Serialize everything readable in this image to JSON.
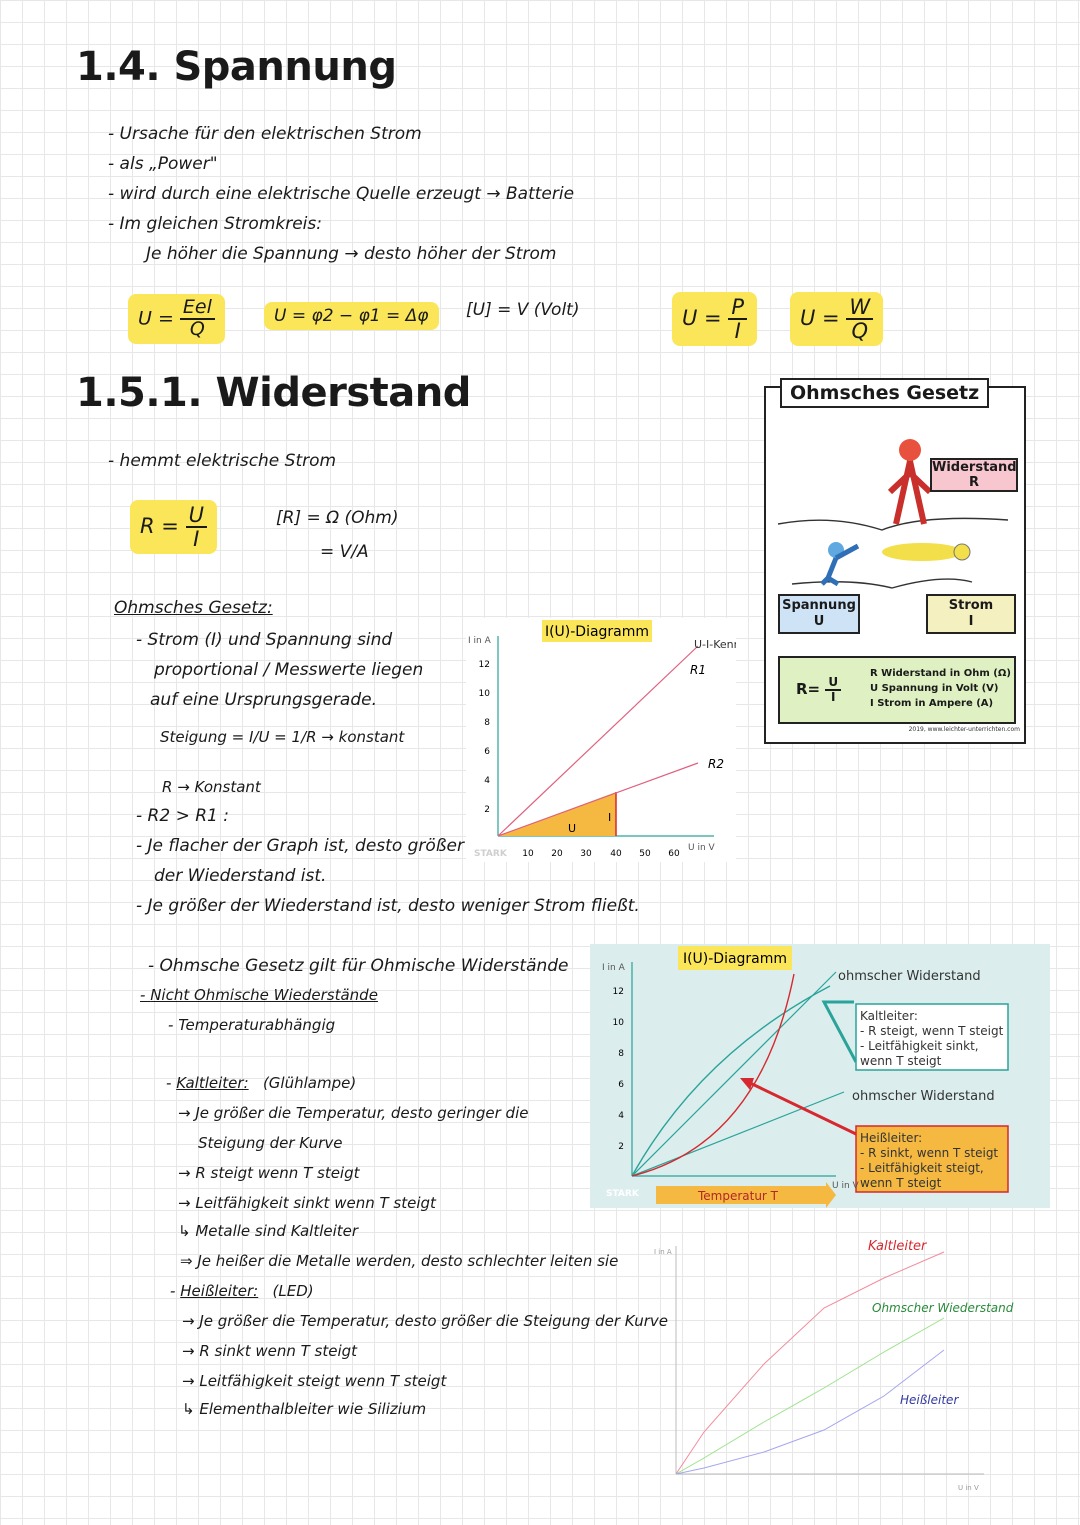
{
  "section_spannung": {
    "title": "1.4. Spannung",
    "bullets": [
      "Ursache für den elektrischen Strom",
      "als „Power\"",
      "wird durch eine elektrische Quelle erzeugt → Batterie",
      "Im gleichen Stromkreis:"
    ],
    "subline": "Je höher die Spannung → desto höher der Strom",
    "formula1_left": "U =",
    "formula1_num": "Eel",
    "formula1_den": "Q",
    "formula2": "U = φ2 − φ1 = Δφ",
    "unit": "[U] = V (Volt)",
    "formula3_left": "U =",
    "formula3_num": "P",
    "formula3_den": "I",
    "formula4_left": "U =",
    "formula4_num": "W",
    "formula4_den": "Q"
  },
  "section_widerstand": {
    "title": "1.5.1. Widerstand",
    "bullet": "hemmt elektrische Strom",
    "formula_left": "R =",
    "formula_num": "U",
    "formula_den": "I",
    "unit_line1": "[R] = Ω (Ohm)",
    "unit_line2": "= V/A"
  },
  "ohm_notes": {
    "heading": "Ohmsches Gesetz:",
    "line1": "Strom (I) und Spannung sind",
    "line2": "proportional / Messwerte liegen",
    "line3": "auf eine Ursprungsgerade.",
    "slope": "Steigung = I/U = 1/R → konstant",
    "rconst": "R → Konstant",
    "r2r1": "R2 > R1 :",
    "flat1": "Je flacher der Graph ist, desto größer",
    "flat2": "der Wiederstand ist.",
    "more": "Je größer der Wiederstand ist, desto weniger Strom fließt."
  },
  "graph1": {
    "title": "I(U)-Diagramm",
    "y_axis": "I in A",
    "x_axis": "U in V",
    "curve_label": "U-I-Kennlinie",
    "r1": "R1",
    "r2": "R2",
    "u_label": "U",
    "i_label": "I",
    "watermark": "STARK",
    "y_ticks": [
      "2",
      "4",
      "6",
      "8",
      "10",
      "12"
    ],
    "x_ticks": [
      "10",
      "20",
      "30",
      "40",
      "50",
      "60"
    ]
  },
  "ohm_poster": {
    "title": "Ohmsches Gesetz",
    "widerstand": "Widerstand",
    "widerstand_sym": "R",
    "spannung": "Spannung",
    "spannung_sym": "U",
    "strom": "Strom",
    "strom_sym": "I",
    "formula_left": "R=",
    "formula_num": "U",
    "formula_den": "I",
    "legend": [
      "R  Widerstand in Ohm (Ω)",
      "U  Spannung in Volt (V)",
      "I  Strom in Ampere (A)"
    ],
    "credit": "2019, www.leichter-unterrichten.com"
  },
  "ohmsche": {
    "line1": "Ohmsche Gesetz gilt für Ohmische Widerstände",
    "line2": "Nicht Ohmische Wiederstände",
    "line3": "Temperaturabhängig",
    "kalt_head": "Kaltleiter:",
    "kalt_paren": "(Glühlampe)",
    "kalt1": "→ Je größer die Temperatur, desto geringer die",
    "kalt1b": "Steigung der Kurve",
    "kalt2": "→ R steigt wenn T steigt",
    "kalt3": "→ Leitfähigkeit sinkt wenn T steigt",
    "kalt4": "↳ Metalle sind Kaltleiter",
    "kalt5": "⇒ Je heißer die Metalle werden, desto schlechter leiten sie",
    "heiss_head": "Heißleiter:",
    "heiss_paren": "(LED)",
    "heiss1": "→ Je größer die Temperatur, desto größer die Steigung der Kurve",
    "heiss2": "→ R sinkt wenn T steigt",
    "heiss3": "→ Leitfähigkeit steigt wenn T steigt",
    "heiss4": "↳ Elementhalbleiter wie Silizium"
  },
  "graph2": {
    "title": "I(U)-Diagramm",
    "y_axis": "I in A",
    "x_axis": "U in V",
    "ohm1": "ohmscher Widerstand",
    "ohm2": "ohmscher Widerstand",
    "kalt_box": [
      "Kaltleiter:",
      "- R steigt, wenn T steigt",
      "- Leitfähigkeit sinkt,",
      "  wenn T steigt"
    ],
    "heiss_box": [
      "Heißleiter:",
      "- R sinkt, wenn T steigt",
      "- Leitfähigkeit steigt,",
      "  wenn T steigt"
    ],
    "temp": "Temperatur T",
    "watermark": "STARK",
    "y_ticks": [
      "2",
      "4",
      "6",
      "8",
      "10",
      "12"
    ]
  },
  "graph3": {
    "y_axis": "I in A",
    "x_axis": "U in V",
    "kalt": "Kaltleiter",
    "ohm": "Ohmscher Wiederstand",
    "heiss": "Heißleiter"
  },
  "colors": {
    "highlight": "#fbe65a",
    "chart_bg": "#dbeeed",
    "teal": "#2aa39a",
    "pink": "#e0607e",
    "orange": "#f5b942",
    "red": "#d6282f"
  }
}
